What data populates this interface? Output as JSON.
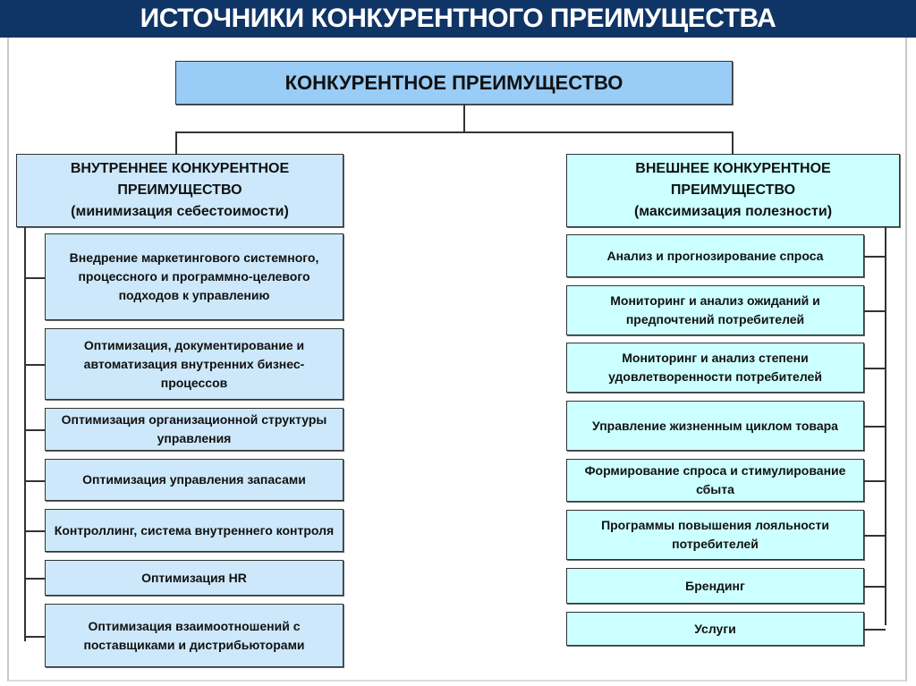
{
  "title": "ИСТОЧНИКИ КОНКУРЕНТНОГО ПРЕИМУЩЕСТВА",
  "root": "КОНКУРЕНТНОЕ ПРЕИМУЩЕСТВО",
  "internal": {
    "heading": [
      "ВНУТРЕННЕЕ КОНКУРЕНТНОЕ",
      "ПРЕИМУЩЕСТВО",
      "(минимизация себестоимости)"
    ],
    "items": [
      "Внедрение  маркетингового системного, процессного и программно-целевого подходов к управлению",
      "Оптимизация, документирование и автоматизация внутренних бизнес-процессов",
      "Оптимизация организационной структуры управления",
      "Оптимизация управления запасами",
      "Контроллинг, система внутреннего контроля",
      "Оптимизация HR",
      "Оптимизация взаимоотношений с поставщиками и дистрибьюторами"
    ]
  },
  "external": {
    "heading": [
      "ВНЕШНЕЕ КОНКУРЕНТНОЕ",
      "ПРЕИМУЩЕСТВО",
      "(максимизация полезности)"
    ],
    "items": [
      "Анализ  и прогнозирование спроса",
      "Мониторинг и анализ  ожиданий и предпочтений потребителей",
      "Мониторинг  и анализ  степени удовлетворенности  потребителей",
      "Управление жизненным  циклом товара",
      "Формирование спроса и стимулирование сбыта",
      "Программы повышения лояльности потребителей",
      "Брендинг",
      "Услуги"
    ]
  },
  "colors": {
    "titlebar": "#0f3566",
    "root": "#99ccf6",
    "internal": "#cce8fa",
    "external": "#ccffff"
  }
}
